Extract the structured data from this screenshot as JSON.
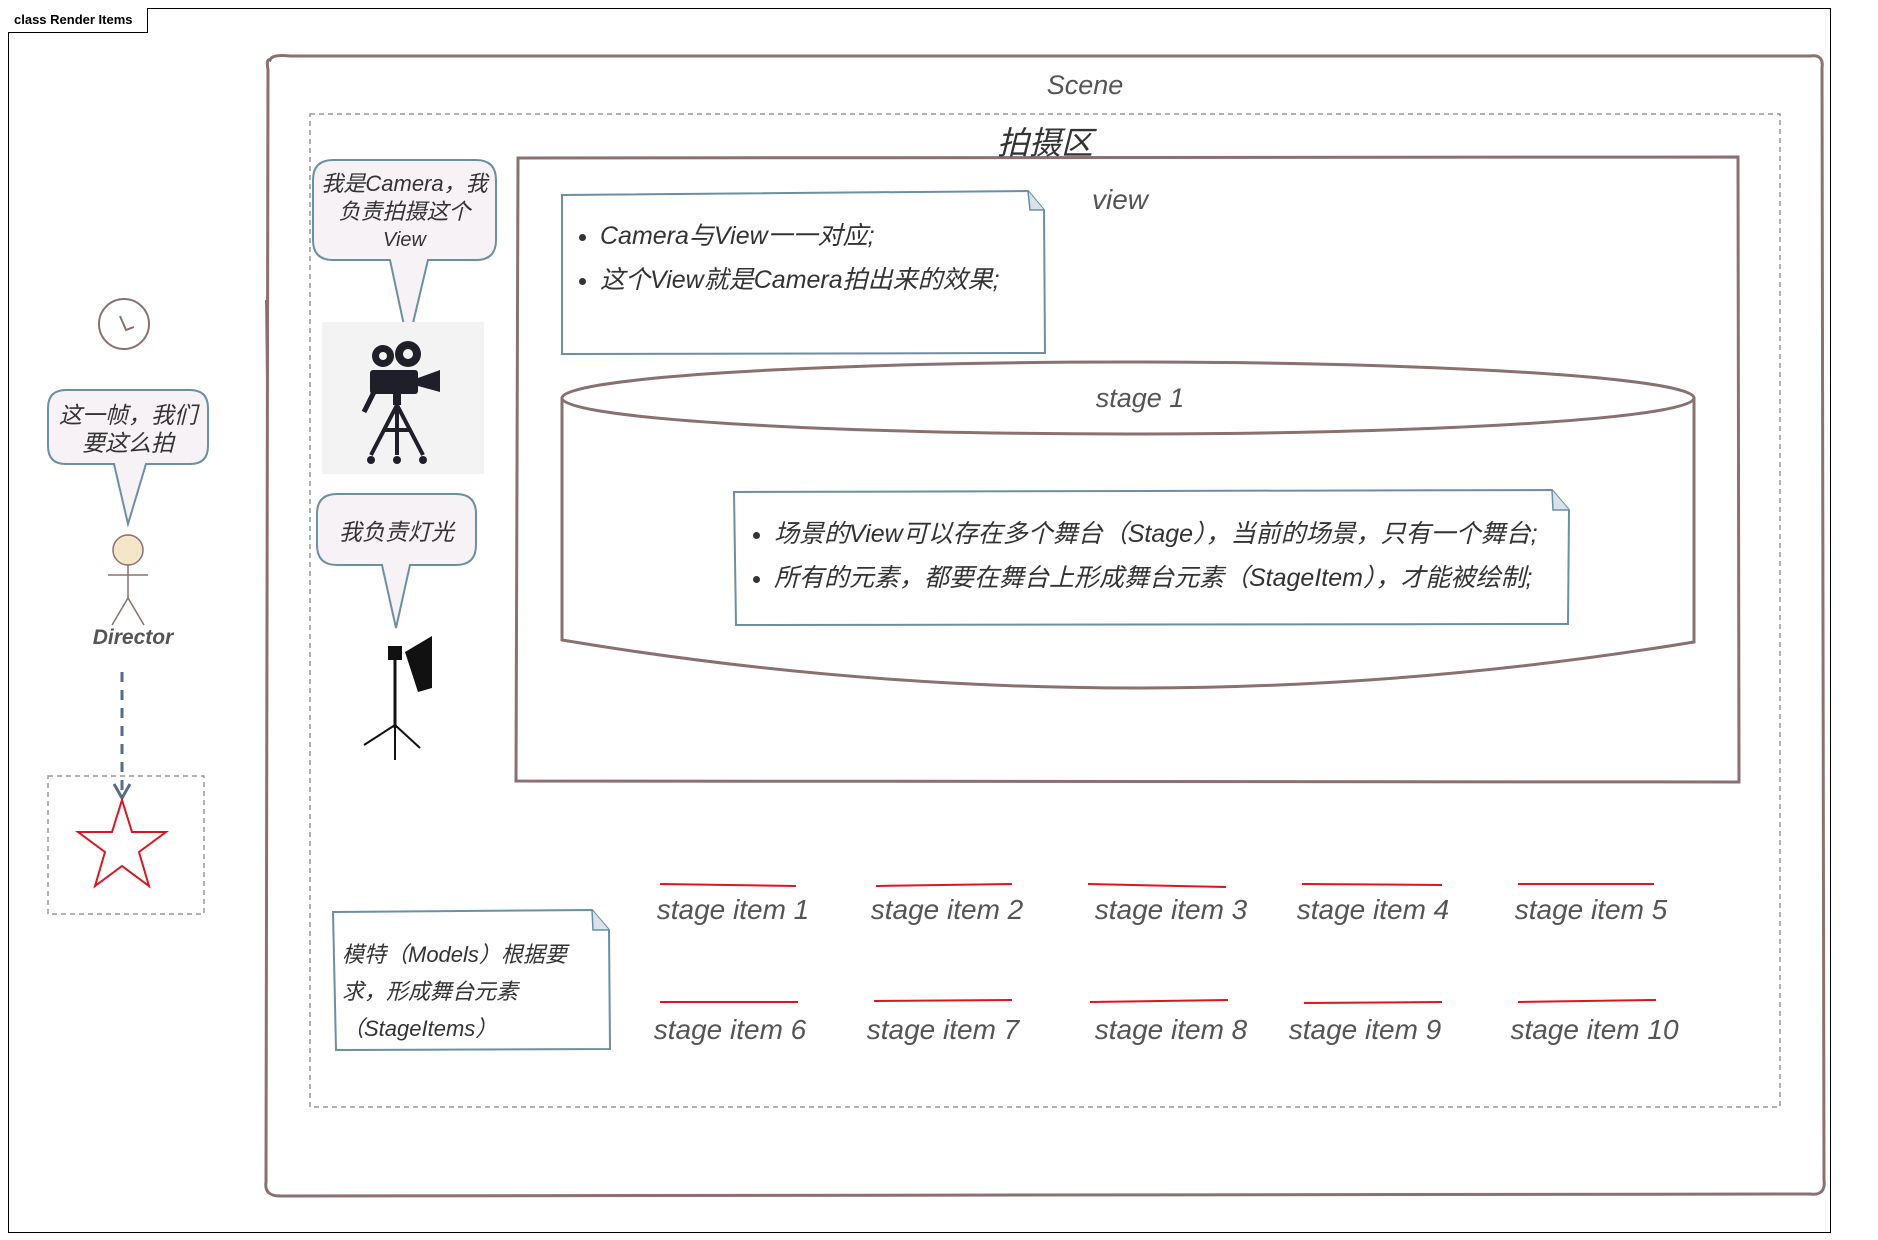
{
  "frame": {
    "title": "class Render Items"
  },
  "scene": {
    "title": "Scene"
  },
  "shoot_zone": {
    "title": "拍摄区"
  },
  "view": {
    "title": "view"
  },
  "view_note": {
    "items": [
      "Camera与View一一对应;",
      "这个View就是Camera拍出来的效果;"
    ]
  },
  "stage": {
    "title": "stage 1"
  },
  "stage_note": {
    "items": [
      "场景的View可以存在多个舞台（Stage），当前的场景，只有一个舞台;",
      "所有的元素，都要在舞台上形成舞台元素（StageItem），才能被绘制;"
    ]
  },
  "camera_bubble": {
    "line1": "我是Camera，我",
    "line2": "负责拍摄这个",
    "line3": "View"
  },
  "light_bubble": {
    "text": "我负责灯光"
  },
  "director_bubble": {
    "line1": "这一帧，我们",
    "line2": "要这么拍"
  },
  "director": {
    "name": "Director"
  },
  "models_note": {
    "line1": "模特（Models）根据要",
    "line2": "求，形成舞台元素",
    "line3": "（StageItems）"
  },
  "stage_items": [
    "stage item 1",
    "stage item 2",
    "stage item 3",
    "stage item 4",
    "stage item 5",
    "stage item 6",
    "stage item 7",
    "stage item 8",
    "stage item 9",
    "stage item 10"
  ],
  "colors": {
    "outline": "#8a7070",
    "note_border": "#6b8fa3",
    "bubble_fill": "#f7f2f5",
    "accent_red": "#e0141e"
  }
}
